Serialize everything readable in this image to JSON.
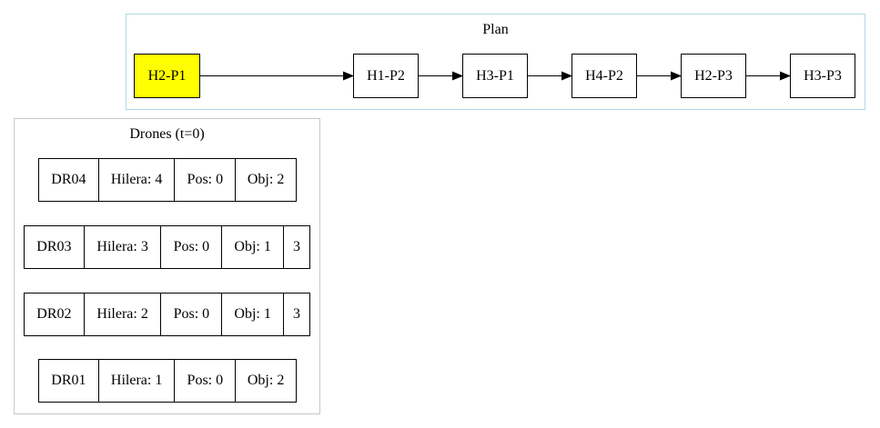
{
  "plan": {
    "title": "Plan",
    "steps": [
      "H2-P1",
      "H1-P2",
      "H3-P1",
      "H4-P2",
      "H2-P3",
      "H3-P3"
    ],
    "current_step_color": "#ffff00"
  },
  "drones": {
    "title": "Drones (t=0)",
    "records": [
      {
        "id": "DR04",
        "hilera": "Hilera: 4",
        "pos": "Pos: 0",
        "obj": "Obj: 2"
      },
      {
        "id": "DR03",
        "hilera": "Hilera: 3",
        "pos": "Pos: 0",
        "obj": "Obj: 1",
        "extra": "3"
      },
      {
        "id": "DR02",
        "hilera": "Hilera: 2",
        "pos": "Pos: 0",
        "obj": "Obj: 1",
        "extra": "3"
      },
      {
        "id": "DR01",
        "hilera": "Hilera: 1",
        "pos": "Pos: 0",
        "obj": "Obj: 2"
      }
    ]
  },
  "colors": {
    "plan_border": "#add8e6",
    "drones_border": "#c8c8c8"
  }
}
